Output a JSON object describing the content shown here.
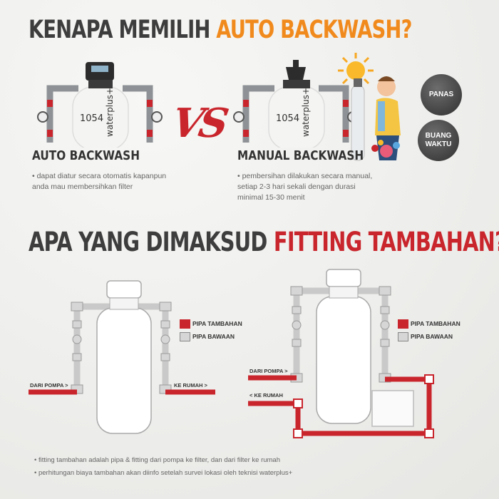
{
  "top": {
    "title_part1": "KENAPA MEMILIH ",
    "title_part2": "AUTO BACKWASH?",
    "auto": {
      "heading": "AUTO BACKWASH",
      "bullet": "• dapat diatur secara otomatis kapanpun\n  anda mau membersihkan filter",
      "tank_number": "1054",
      "tank_brand": "waterplus+"
    },
    "vs": "VS",
    "manual": {
      "heading": "MANUAL BACKWASH",
      "bullet": "• pembersihan dilakukan secara manual,\n  setiap 2-3 hari sekali dengan durasi\n  minimal 15-30 menit",
      "tank_number": "1054",
      "tank_brand": "waterplus+"
    },
    "badges": [
      "PANAS",
      "BUANG\nWAKTU"
    ]
  },
  "bottom": {
    "title_part1": "APA YANG DIMAKSUD ",
    "title_part2": "FITTING TAMBAHAN?",
    "legend": {
      "extra": "PIPA TAMBAHAN",
      "included": "PIPA BAWAAN"
    },
    "left_diagram": {
      "from_pump": "DARI POMPA >",
      "to_house": "KE RUMAH >"
    },
    "right_diagram": {
      "from_pump": "DARI POMPA >",
      "to_house": "< KE RUMAH"
    },
    "notes": [
      "• fitting tambahan adalah pipa & fitting dari pompa ke filter, dan dari filter ke rumah",
      "• perhitungan biaya tambahan akan diinfo setelah survei lokasi oleh teknisi waterplus+"
    ]
  },
  "colors": {
    "accent_orange": "#f18a1d",
    "accent_red": "#c9252c",
    "pipe_gray": "#c9c9c9",
    "text_dark": "#3d3d3d"
  }
}
